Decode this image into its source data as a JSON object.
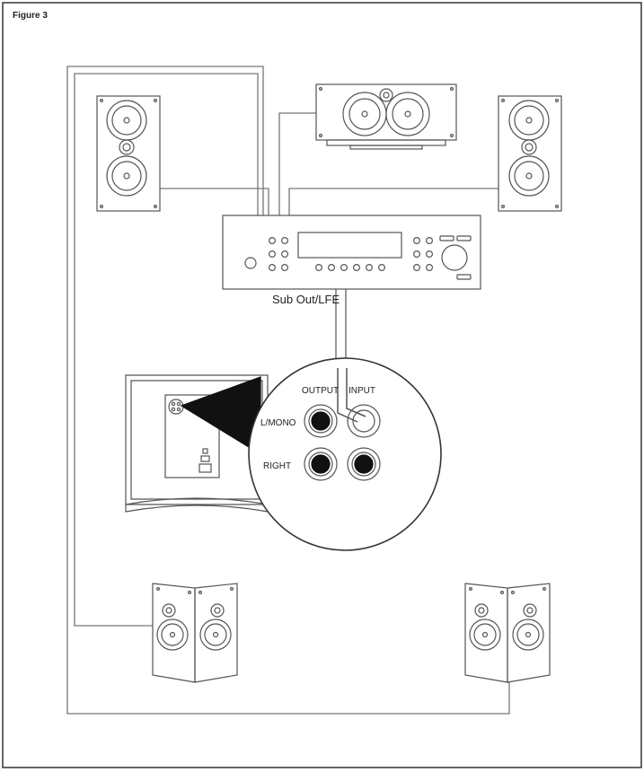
{
  "figure": {
    "label": "Figure 3"
  },
  "receiver": {
    "sub_out_label": "Sub Out/LFE"
  },
  "subwoofer_panel": {
    "output_label": "OUTPUT",
    "input_label": "INPUT",
    "lmono_label": "L/MONO",
    "right_label": "RIGHT"
  },
  "colors": {
    "line": "#555555",
    "fill": "#ffffff",
    "panel": "#f0f0f0",
    "jack": "#111111"
  },
  "icons": [
    "speaker-front-left-icon",
    "speaker-center-icon",
    "speaker-front-right-icon",
    "receiver-icon",
    "subwoofer-icon",
    "surround-speaker-icon",
    "rca-jack-icon"
  ]
}
